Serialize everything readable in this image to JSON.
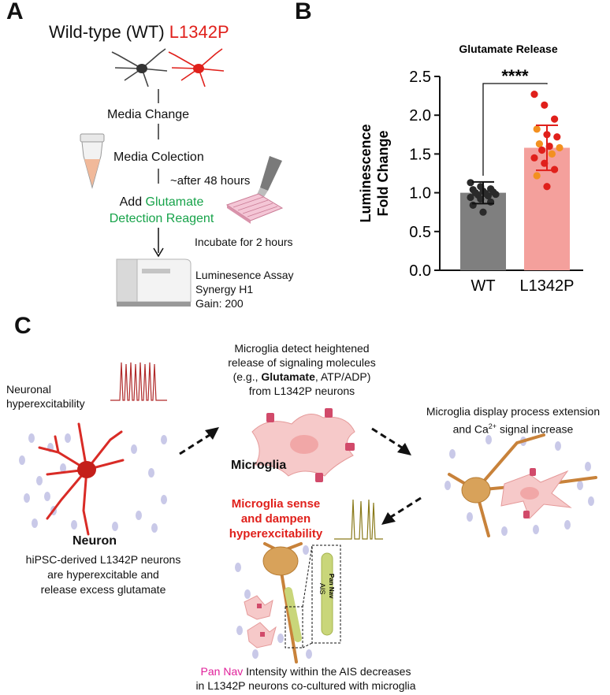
{
  "panelA": {
    "letter": "A",
    "title_wt": "Wild-type (WT)",
    "title_mut": "L1342P",
    "step1": "Media Change",
    "step2": "Media Colection",
    "step2_time": "~after 48 hours",
    "step3_prefix": "Add",
    "step3_green1": "Glutamate",
    "step3_green2": "Detection Reagent",
    "step4": "Incubate for 2 hours",
    "assay1": "Luminesence Assay",
    "assay2": "Synergy H1",
    "assay3": "Gain: 200"
  },
  "panelB": {
    "letter": "B"
  },
  "chart_data": {
    "type": "bar",
    "title": "Glutamate Release",
    "ylabel_line1": "Luminescence",
    "ylabel_line2": "Fold Change",
    "categories": [
      "WT",
      "L1342P"
    ],
    "values": [
      1.0,
      1.58
    ],
    "errors": [
      0.14,
      0.29
    ],
    "ylim": [
      0,
      2.5
    ],
    "yticks": [
      "0.0",
      "0.5",
      "1.0",
      "1.5",
      "2.0",
      "2.5"
    ],
    "significance": "****",
    "bar_colors": [
      "#7f7f7f",
      "#f4a09c"
    ],
    "points": [
      [
        1.13,
        1.08,
        1.05,
        1.04,
        1.02,
        1.01,
        1.0,
        0.99,
        0.98,
        0.97,
        0.96,
        0.94,
        0.92,
        0.88,
        0.84,
        0.75
      ],
      [
        2.27,
        2.13,
        1.95,
        1.82,
        1.75,
        1.72,
        1.63,
        1.6,
        1.58,
        1.55,
        1.5,
        1.45,
        1.38,
        1.3,
        1.22,
        1.08
      ]
    ],
    "point_colors": [
      [
        "#2a2a2a",
        "#2a2a2a",
        "#2a2a2a",
        "#2a2a2a",
        "#2a2a2a",
        "#2a2a2a",
        "#2a2a2a",
        "#2a2a2a",
        "#2a2a2a",
        "#2a2a2a",
        "#2a2a2a",
        "#2a2a2a",
        "#2a2a2a",
        "#2a2a2a",
        "#2a2a2a",
        "#2a2a2a"
      ],
      [
        "#e0201b",
        "#e0201b",
        "#e0201b",
        "#f39020",
        "#e0201b",
        "#e0201b",
        "#f39020",
        "#e0201b",
        "#f39020",
        "#e0201b",
        "#f39020",
        "#e0201b",
        "#e0201b",
        "#e0201b",
        "#f39020",
        "#e0201b"
      ]
    ]
  },
  "panelC": {
    "letter": "C",
    "hyper_label1": "Neuronal",
    "hyper_label2": "hyperexcitability",
    "neuron_label": "Neuron",
    "neuron_desc1": "hiPSC-derived L1342P neurons",
    "neuron_desc2": "are hyperexcitable and",
    "neuron_desc3": "release excess glutamate",
    "detect1": "Microglia detect heightened",
    "detect2": "release of signaling molecules",
    "detect3_pre": "(e.g., ",
    "detect3_bold": "Glutamate",
    "detect3_post": ", ATP/ADP)",
    "detect4": "from L1342P neurons",
    "microglia_label": "Microglia",
    "display1": "Microglia display process extension",
    "display2_pre": "and Ca",
    "display2_sup": "2+",
    "display2_post": " signal increase",
    "sense1": "Microglia sense",
    "sense2": "and dampen",
    "sense3": "hyperexcitability",
    "ais_label": "AIS",
    "pannav_small": "Pan Nav",
    "bottom_magenta": "Pan Nav",
    "bottom1_rest": " Intensity within the AIS decreases",
    "bottom2": "in L1342P neurons co-cultured with microglia",
    "colors": {
      "red": "#e0201b",
      "green": "#17a34a",
      "magenta": "#e0209a",
      "neuronRed": "#d92b26",
      "gold": "#d8a25a",
      "microglia": "#f6c9c9",
      "dot": "#c9c9e8"
    }
  }
}
